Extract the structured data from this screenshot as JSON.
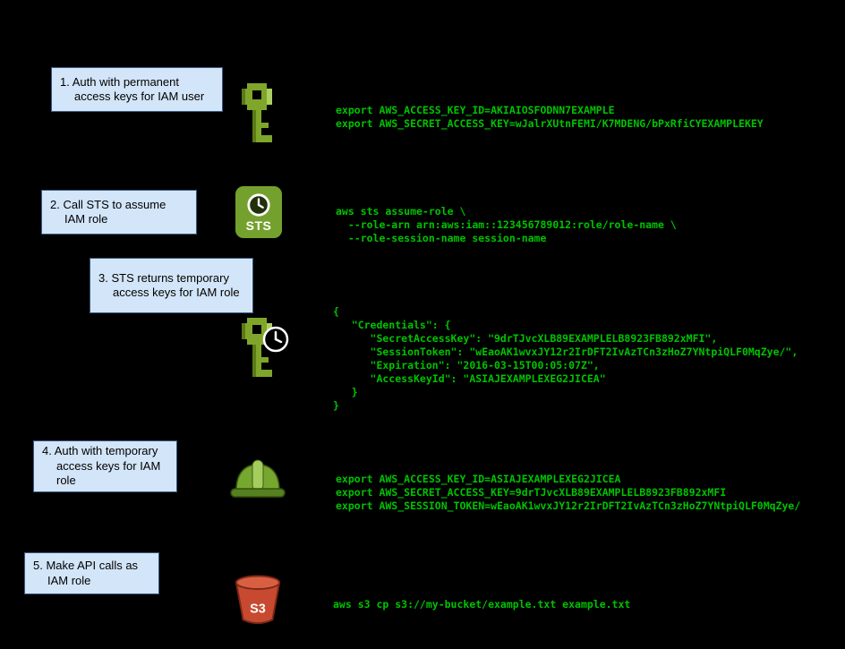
{
  "colors": {
    "background": "#000000",
    "box_fill": "#d3e5f8",
    "box_border": "#3a5a80",
    "terminal_green": "#00c300",
    "aws_green": "#74a12e",
    "s3_red": "#c74a30"
  },
  "steps": [
    {
      "label": "1. Auth with permanent access keys for IAM user",
      "icon": "iam-user-key-icon",
      "code": [
        "export AWS_ACCESS_KEY_ID=AKIAIOSFODNN7EXAMPLE",
        "export AWS_SECRET_ACCESS_KEY=wJalrXUtnFEMI/K7MDENG/bPxRfiCYEXAMPLEKEY"
      ]
    },
    {
      "label": "2. Call STS to assume IAM role",
      "icon": "sts-service-icon",
      "icon_label": "STS",
      "code": [
        "aws sts assume-role \\",
        "  --role-arn arn:aws:iam::123456789012:role/role-name \\",
        "  --role-session-name session-name"
      ]
    },
    {
      "label": "3. STS returns temporary access keys for IAM role",
      "icon": "temporary-key-icon",
      "code": [
        "{",
        "   \"Credentials\": {",
        "      \"SecretAccessKey\": \"9drTJvcXLB89EXAMPLELB8923FB892xMFI\",",
        "      \"SessionToken\": \"wEaoAK1wvxJY12r2IrDFT2IvAzTCn3zHoZ7YNtpiQLF0MqZye/\",",
        "      \"Expiration\": \"2016-03-15T00:05:07Z\",",
        "      \"AccessKeyId\": \"ASIAJEXAMPLEXEG2JICEA\"",
        "   }",
        "}"
      ]
    },
    {
      "label": "4. Auth with temporary access keys for IAM role",
      "icon": "iam-role-hard-hat-icon",
      "code": [
        "export AWS_ACCESS_KEY_ID=ASIAJEXAMPLEXEG2JICEA",
        "export AWS_SECRET_ACCESS_KEY=9drTJvcXLB89EXAMPLELB8923FB892xMFI",
        "export AWS_SESSION_TOKEN=wEaoAK1wvxJY12r2IrDFT2IvAzTCn3zHoZ7YNtpiQLF0MqZye/"
      ]
    },
    {
      "label": "5. Make API calls as IAM role",
      "icon": "s3-bucket-icon",
      "icon_label": "S3",
      "code": [
        "aws s3 cp s3://my-bucket/example.txt example.txt"
      ]
    }
  ]
}
